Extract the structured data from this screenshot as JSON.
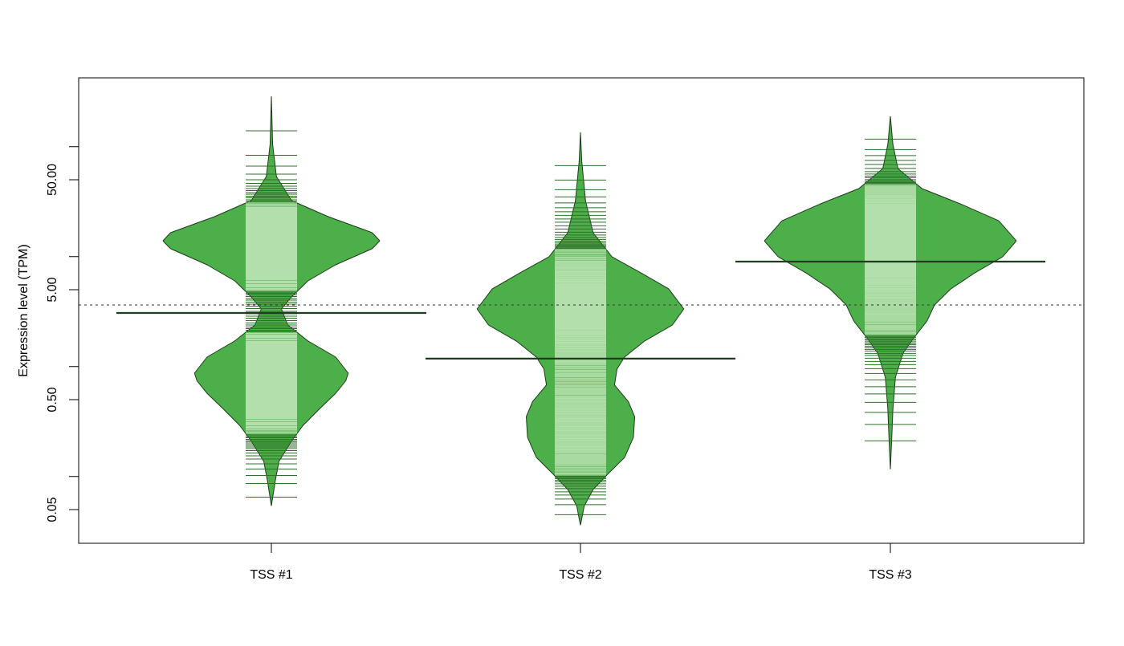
{
  "chart_data": {
    "type": "beanplot",
    "title": "",
    "xlabel": "",
    "ylabel": "Expression level (TPM)",
    "y_scale": "log10",
    "ylim": [
      0.033,
      380
    ],
    "y_ticks_labeled": [
      "0.05",
      "0.50",
      "5.00",
      "50.00"
    ],
    "y_tick_values_labeled": [
      0.05,
      0.5,
      5,
      50
    ],
    "y_tick_values_minor": [
      0.1,
      1,
      10,
      100
    ],
    "overall_reference_line": 3.63,
    "categories": [
      "TSS #1",
      "TSS #2",
      "TSS #3"
    ],
    "groups": [
      {
        "name": "TSS #1",
        "median": 3.07,
        "density_values": [
          287,
          105,
          53.5,
          32.3,
          23.1,
          16.5,
          13.9,
          11.8,
          8.42,
          6.01,
          4.3,
          3.34,
          2.39,
          1.71,
          1.22,
          0.87,
          0.74,
          0.57,
          0.41,
          0.29,
          0.21,
          0.137,
          0.09,
          0.054
        ],
        "relative_density": [
          0,
          1,
          4,
          16,
          45,
          80,
          86,
          80,
          51,
          29,
          16,
          8,
          13,
          29,
          51,
          61,
          59,
          51,
          38,
          25,
          16,
          6,
          3,
          0
        ]
      },
      {
        "name": "TSS #2",
        "median": 1.18,
        "density_values": [
          135,
          74.8,
          32.3,
          16.5,
          9.96,
          7.12,
          5.09,
          3.34,
          2.39,
          1.71,
          1.22,
          0.95,
          0.68,
          0.48,
          0.35,
          0.227,
          0.149,
          0.106,
          0.076,
          0.054,
          0.036
        ],
        "relative_density": [
          0,
          1,
          4,
          10,
          25,
          48,
          70,
          82,
          73,
          51,
          35,
          29,
          27,
          38,
          43,
          42,
          35,
          22,
          10,
          3,
          0
        ]
      },
      {
        "name": "TSS #3",
        "median": 9.0,
        "density_values": [
          189,
          105,
          63.2,
          41.6,
          29.7,
          21.2,
          13.9,
          9.96,
          7.12,
          5.09,
          3.63,
          2.59,
          1.85,
          1.32,
          0.8,
          0.41,
          0.21,
          0.116
        ],
        "relative_density": [
          0,
          2,
          6,
          25,
          57,
          86,
          100,
          89,
          67,
          48,
          35,
          29,
          19,
          10,
          4,
          2,
          1,
          0
        ]
      }
    ],
    "colors": {
      "bean": "#4daf4a",
      "bean_line_inside": "#b2dfab",
      "bean_line_outside": "#2f6e2b",
      "border": "#1d3b1b",
      "median": "#1e3d1e"
    }
  }
}
